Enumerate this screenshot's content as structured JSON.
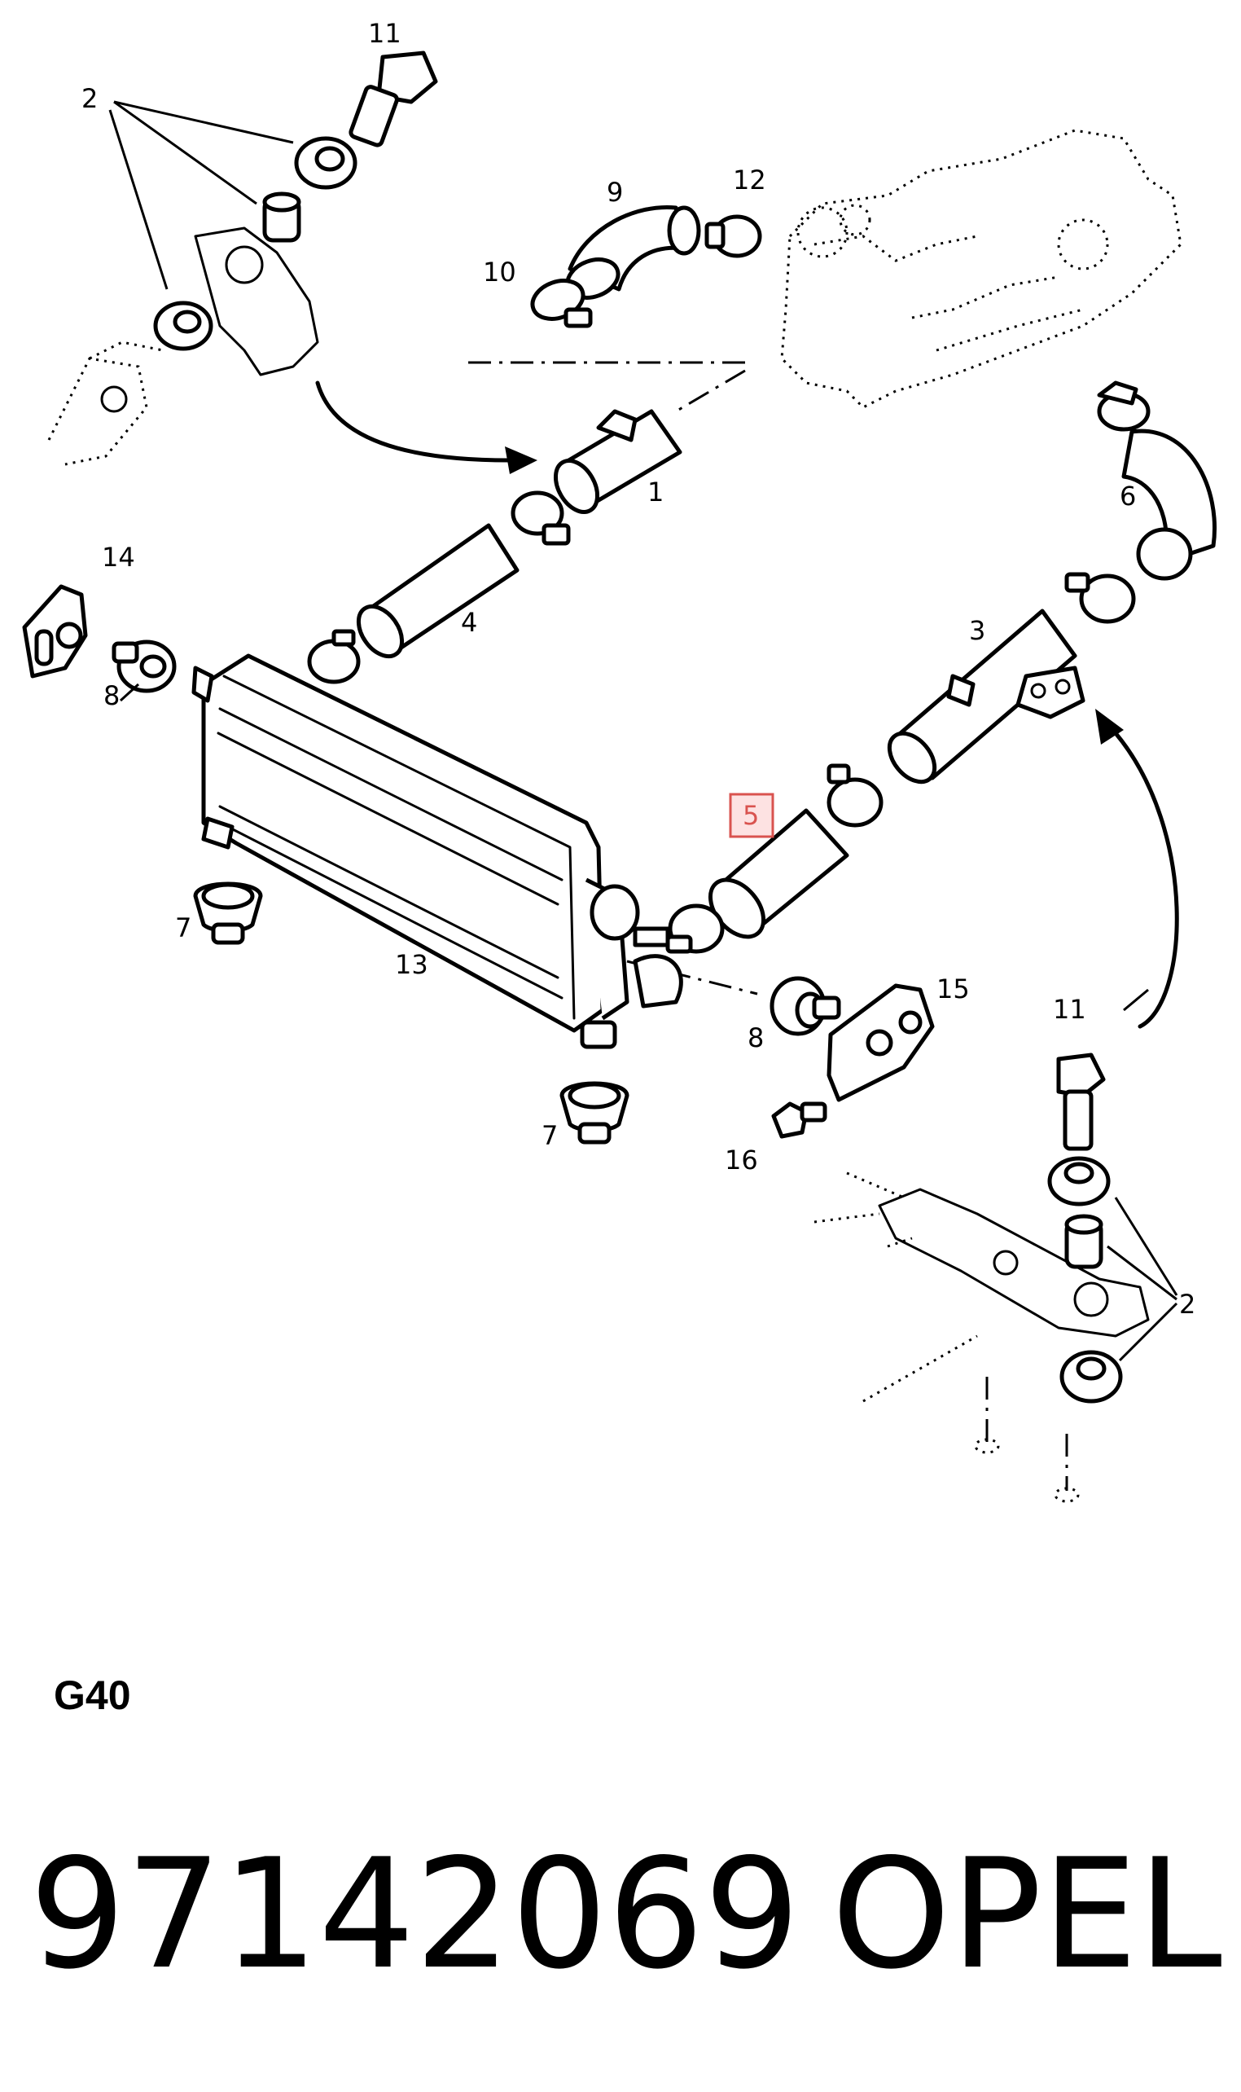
{
  "diagram": {
    "group_code": "G40",
    "part_number": "97142069",
    "brand": "OPEL",
    "highlighted_callout": "5",
    "callouts": {
      "c1": "1",
      "c2a": "2",
      "c2b": "2",
      "c3": "3",
      "c4": "4",
      "c5": "5",
      "c6": "6",
      "c7a": "7",
      "c7b": "7",
      "c8a": "8",
      "c8b": "8",
      "c9": "9",
      "c10": "10",
      "c11a": "11",
      "c11b": "11",
      "c12": "12",
      "c13": "13",
      "c14": "14",
      "c15": "15",
      "c16": "16"
    }
  },
  "colors": {
    "line": "#000000",
    "highlight_border": "#d9534f",
    "highlight_fill": "#fde2e2"
  }
}
